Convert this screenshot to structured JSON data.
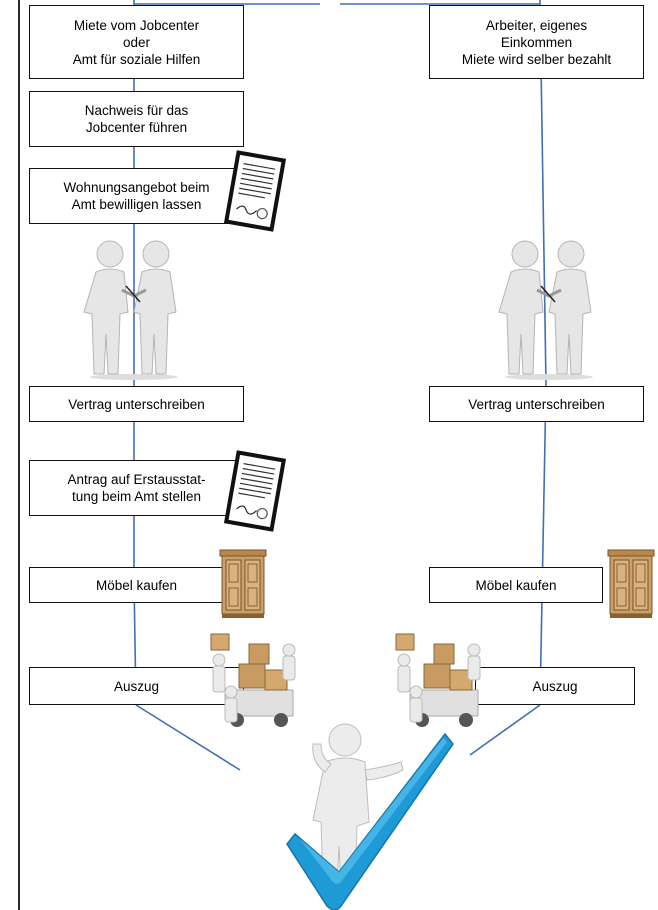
{
  "colors": {
    "connector": "#3e6fb8",
    "border": "#111111",
    "check": "#1e9ad6",
    "cabinet": "#c9a06a"
  },
  "left": {
    "box1": [
      "Miete vom Jobcenter",
      "oder",
      "Amt für soziale Hilfen"
    ],
    "box2": [
      "Nachweis für das",
      "Jobcenter führen"
    ],
    "box3": [
      "Wohnungsangebot beim",
      "Amt bewilligen lassen"
    ],
    "box4": [
      "Vertrag unterschreiben"
    ],
    "box5": [
      "Antrag auf Erstausstat-",
      "tung beim Amt stellen"
    ],
    "box6": [
      "Möbel kaufen"
    ],
    "box7": [
      "Auszug"
    ]
  },
  "right": {
    "box1": [
      "Arbeiter, eigenes",
      "Einkommen",
      "Miete wird selber bezahlt"
    ],
    "box4": [
      "Vertrag unterschreiben"
    ],
    "box6": [
      "Möbel kaufen"
    ],
    "box7": [
      "Auszug"
    ]
  },
  "icons": [
    "document-icon",
    "handshake-figures",
    "cabinet-icon",
    "moving-boxes-figures",
    "checkmark-figure"
  ]
}
